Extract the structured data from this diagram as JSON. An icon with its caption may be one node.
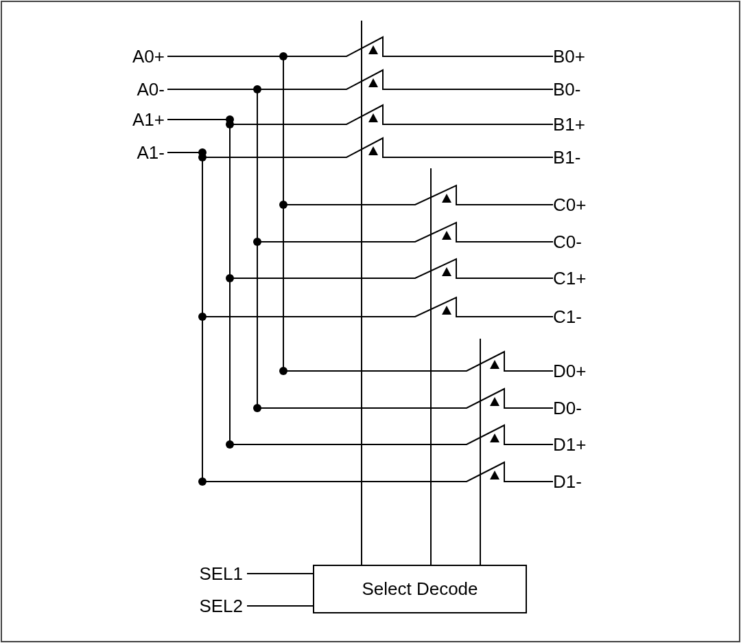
{
  "diagram": {
    "nodes": [
      {
        "text": [
          "A0+"
        ]
      },
      {
        "text": [
          "B0+"
        ]
      },
      {
        "text": [
          "A0-"
        ]
      },
      {
        "text": [
          "B0-"
        ]
      },
      {
        "text": [
          "A1+"
        ]
      },
      {
        "text": [
          "B1+"
        ]
      },
      {
        "text": [
          "A1-"
        ]
      },
      {
        "text": [
          "B1-"
        ]
      },
      {
        "text": [
          "C0+"
        ]
      },
      {
        "text": [
          "C0-"
        ]
      },
      {
        "text": [
          "C1+"
        ]
      },
      {
        "text": [
          "C1-"
        ]
      },
      {
        "text": [
          "D0+"
        ]
      },
      {
        "text": [
          "D0-"
        ]
      },
      {
        "text": [
          "D1+"
        ]
      },
      {
        "text": [
          "D1-"
        ]
      },
      {
        "text": [
          "SEL1"
        ]
      },
      {
        "text": [
          "Select Decode"
        ]
      },
      {
        "text": [
          "SEL2"
        ]
      }
    ],
    "edges": [
      {
        "from": 0,
        "to": 1,
        "arrow": "none"
      },
      {
        "from": 0,
        "to": 8,
        "arrow": "none"
      },
      {
        "from": 0,
        "to": 12,
        "arrow": "none"
      },
      {
        "from": 2,
        "to": 3,
        "arrow": "none"
      },
      {
        "from": 2,
        "to": 9,
        "arrow": "none"
      },
      {
        "from": 2,
        "to": 13,
        "arrow": "none"
      },
      {
        "from": 4,
        "to": 5,
        "arrow": "none"
      },
      {
        "from": 4,
        "to": 10,
        "arrow": "none"
      },
      {
        "from": 4,
        "to": 14,
        "arrow": "none"
      },
      {
        "from": 6,
        "to": 7,
        "arrow": "none"
      },
      {
        "from": 6,
        "to": 11,
        "arrow": "none"
      },
      {
        "from": 6,
        "to": 15,
        "arrow": "none"
      },
      {
        "from": 16,
        "to": 17,
        "arrow": "none"
      },
      {
        "from": 18,
        "to": 17,
        "arrow": "none"
      }
    ]
  }
}
